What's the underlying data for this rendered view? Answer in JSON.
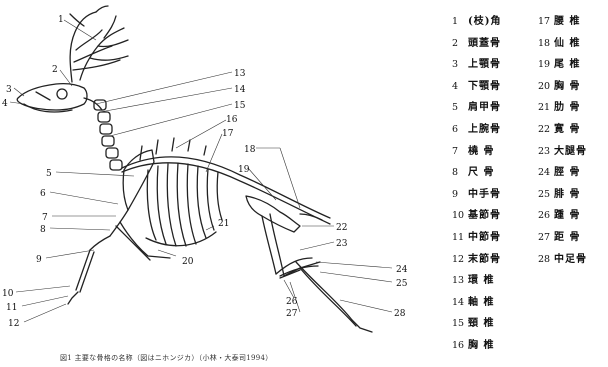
{
  "caption": "図1 主要な骨格の名称（図はニホンジカ）（小林・大泰司1994）",
  "labels": {
    "n1": "1",
    "n2": "2",
    "n3": "3",
    "n4": "4",
    "n5": "5",
    "n6": "6",
    "n7": "7",
    "n8": "8",
    "n9": "9",
    "n10": "10",
    "n11": "11",
    "n12": "12",
    "n13": "13",
    "n14": "14",
    "n15": "15",
    "n16": "16",
    "n17": "17",
    "n18": "18",
    "n19": "19",
    "n20": "20",
    "n21": "21",
    "n22": "22",
    "n23": "23",
    "n24": "24",
    "n25": "25",
    "n26": "26",
    "n27": "27",
    "n28": "28"
  },
  "legend": [
    {
      "num": "1",
      "name": "(枝)角"
    },
    {
      "num": "2",
      "name": "頭蓋骨"
    },
    {
      "num": "3",
      "name": "上顎骨"
    },
    {
      "num": "4",
      "name": "下顎骨"
    },
    {
      "num": "5",
      "name": "肩甲骨"
    },
    {
      "num": "6",
      "name": "上腕骨"
    },
    {
      "num": "7",
      "name": "橈 骨"
    },
    {
      "num": "8",
      "name": "尺 骨"
    },
    {
      "num": "9",
      "name": "中手骨"
    },
    {
      "num": "10",
      "name": "基節骨"
    },
    {
      "num": "11",
      "name": "中節骨"
    },
    {
      "num": "12",
      "name": "末節骨"
    },
    {
      "num": "13",
      "name": "環 椎"
    },
    {
      "num": "14",
      "name": "軸 椎"
    },
    {
      "num": "15",
      "name": "頸 椎"
    },
    {
      "num": "16",
      "name": "胸 椎"
    },
    {
      "num": "17",
      "name": "腰 椎"
    },
    {
      "num": "18",
      "name": "仙 椎"
    },
    {
      "num": "19",
      "name": "尾 椎"
    },
    {
      "num": "20",
      "name": "胸 骨"
    },
    {
      "num": "21",
      "name": "肋 骨"
    },
    {
      "num": "22",
      "name": "寛 骨"
    },
    {
      "num": "23",
      "name": "大腿骨"
    },
    {
      "num": "24",
      "name": "脛 骨"
    },
    {
      "num": "25",
      "name": "腓 骨"
    },
    {
      "num": "26",
      "name": "踵 骨"
    },
    {
      "num": "27",
      "name": "距 骨"
    },
    {
      "num": "28",
      "name": "中足骨"
    }
  ]
}
